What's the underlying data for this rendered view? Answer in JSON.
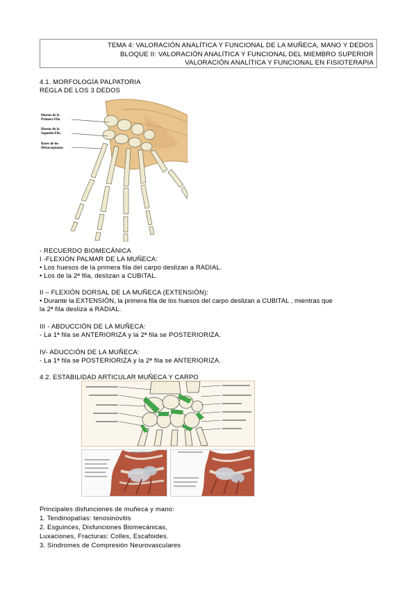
{
  "header": {
    "line1": "TEMA 4: VALORACIÓN ANALÍTICA Y FUNCIONAL DE LA MUÑECA, MANO Y DEDOS",
    "line2": "BLOQUE II: VALORACIÓN ANALÍTICA Y FUNCIONAL DEL MIEMBRO SUPERIOR",
    "line3": "VALORACIÓN ANALÍTICA Y FUNCIONAL EN FISIOTERAPIA"
  },
  "section1": {
    "title": "4.1. MORFOLOGÍA PALPATORIA",
    "subtitle": "REGLA DE LOS 3 DEDOS",
    "figure_labels": {
      "a": "Huesos de la Primera Fila",
      "b": "Huesos de la Segunda Fila",
      "c": "Bases de los Metacarpianos"
    }
  },
  "biomech": {
    "heading": "- RECUERDO BIOMECÁNICA",
    "flexion_title": "I -FLEXIÓN  PALMAR DE LA MUÑECA:",
    "flexion_1": "• Los huesos de la primera fila del carpo deslizan a RADIAL.",
    "flexion_2": "• Los de la 2ª fila, deslizan a CUBITAL.",
    "extension_title": "II – FLEXIÓN DORSAL DE LA MUÑECA (EXTENSIÓN):",
    "extension_1": "• Durante la EXTENSIÓN, la primera fila de los huesos del carpo deslizan a CUBITAL , mientras que",
    "extension_2": "la 2ª fila desliza a RADIAL.",
    "abduction_title": "III - ABDUCCIÓN DE LA MUÑECA:",
    "abduction_1": " - La 1ª fila se ANTERIORIZA y  la 2ª fila se POSTERIORIZA.",
    "adduction_title": "IV- ADUCCIÓN DE LA MUÑECA:",
    "adduction_1": "- La 1ª fila se POSTERIORIZA y la 2ª fila se ANTERIORIZA."
  },
  "section2": {
    "title": "4.2. ESTABILIDAD ARTICULAR MUÑECA Y CARPO"
  },
  "disorders": {
    "title": "Principales disfunciones de muñeca y mano:",
    "item1": "1. Tendinopatías: tenosinovitis",
    "item2": "2. Esguinces, Disfunciones Biomecánicas,",
    "item2b": "Luxaciones, Fracturas: Colles, Escafoides.",
    "item3": "3. Síndromes de Compresión Neurovasculares"
  },
  "colors": {
    "ligament_green": "#2f9e3a",
    "bone": "#f0ead0",
    "skin": "#e9c48c",
    "muscle": "#b5553e"
  }
}
